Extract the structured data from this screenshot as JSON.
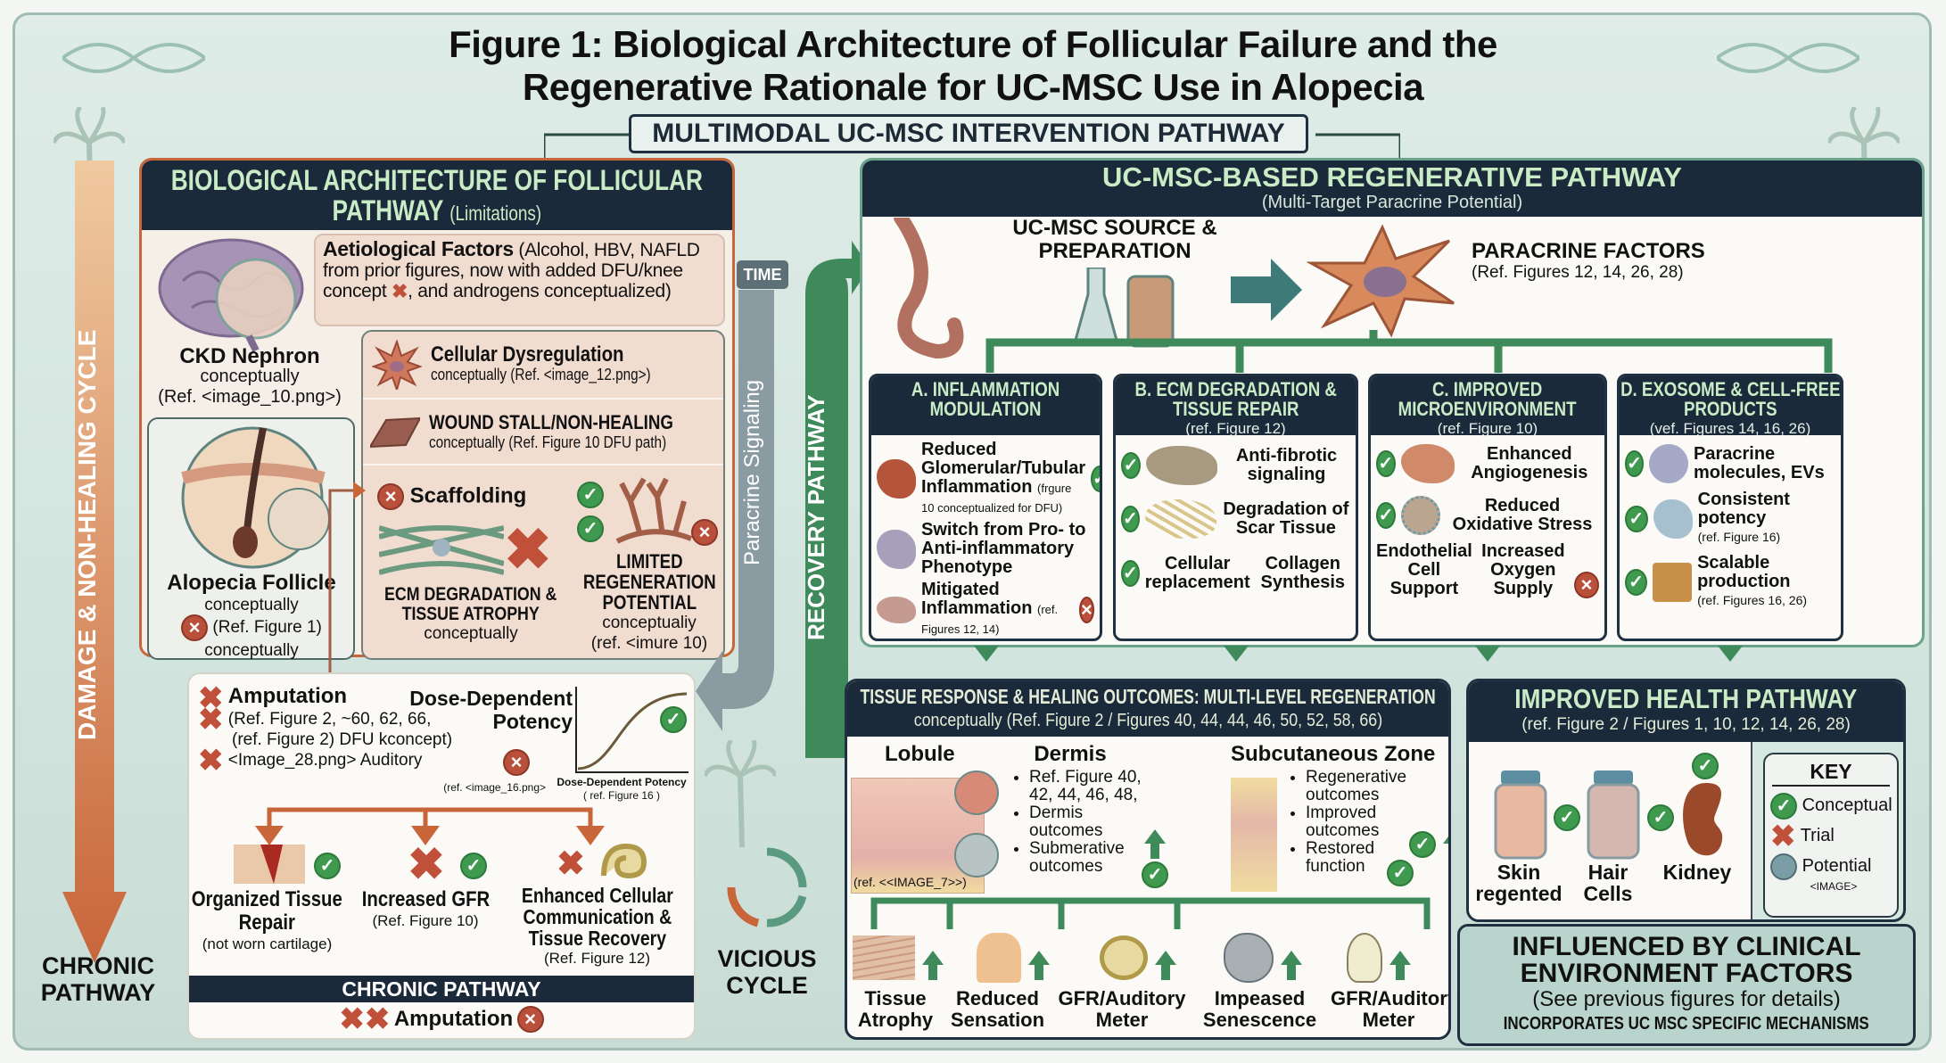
{
  "title": {
    "line1": "Figure 1: Biological Architecture of Follicular Failure and the",
    "line2": "Regenerative Rationale for UC-MSC Use in Alopecia"
  },
  "multimodal_label": "MULTIMODAL UC-MSC INTERVENTION PATHWAY",
  "left_axis": {
    "cycle_label": "DAMAGE & NON-HEALING CYCLE",
    "chronic_label_1": "CHRONIC",
    "chronic_label_2": "PATHWAY"
  },
  "left_panel": {
    "title": "BIOLOGICAL ARCHITECTURE OF FOLLICULAR PATHWAY",
    "title_suffix": "(Limitations)",
    "aetiological": {
      "title": "Aetiological Factors",
      "text_1": "(Alcohol, HBV, NAFLD from prior figures, now with added DFU/knee concept",
      "text_2": ", and androgens conceptualized)"
    },
    "ckd": {
      "title": "CKD Nephron",
      "sub": "conceptually",
      "ref": "(Ref. <image_10.png>)"
    },
    "alopecia": {
      "title": "Alopecia Follicle",
      "sub": "conceptually",
      "ref": "(Ref. Figure 1)",
      "sub2": "conceptually"
    },
    "cellular": {
      "title": "Cellular Dysregulation",
      "sub": "conceptually (Ref. <image_12.png>)"
    },
    "wound": {
      "title": "WOUND STALL/NON-HEALING",
      "sub": "conceptually (Ref. Figure 10 DFU path)"
    },
    "scaffolding": "Scaffolding",
    "ecm": {
      "title": "ECM DEGRADATION & TISSUE ATROPHY",
      "sub": "conceptually"
    },
    "limited": {
      "title": "LIMITED REGENERATION POTENTIAL",
      "sub": "conceptualiy",
      "ref": "(ref. <imure 10)"
    }
  },
  "bottom_left": {
    "amputation_list": [
      "Amputation",
      "(Ref. Figure 2, ~60, 62, 66,",
      "(ref. Figure 2) DFU kconcept)",
      "<Image_28.png> Auditory"
    ],
    "dose": {
      "title": "Dose-Dependent Potency",
      "ref": "(ref. <image_16.png>",
      "chart_label": "Dose-Dependent Potency",
      "chart_ref": "( ref. Figure 16 )"
    },
    "outcomes": [
      {
        "title": "Organized Tissue Repair",
        "ref": "(not worn cartilage)"
      },
      {
        "title": "Increased GFR",
        "ref": "(Ref. Figure 10)"
      },
      {
        "title": "Enhanced Cellular Communication & Tissue Recovery",
        "ref": "(Ref. Figure 12)"
      }
    ],
    "chronic_bar": "CHRONIC PATHWAY",
    "chronic_amputation": "Amputation"
  },
  "middle": {
    "time": "TIME",
    "paracrine_signaling": "Paracrine Signaling",
    "recovery": "RECOVERY PATHWAY",
    "vicious_1": "VICIOUS",
    "vicious_2": "CYCLE"
  },
  "right_panel": {
    "title": "UC-MSC-BASED REGENERATIVE PATHWAY",
    "subtitle": "(Multi-Target Paracrine Potential)",
    "source": "UC-MSC SOURCE & PREPARATION",
    "paracrine": {
      "title": "PARACRINE FACTORS",
      "ref": "(Ref. Figures 12, 14, 26, 28)"
    },
    "cards": [
      {
        "title": "A. INFLAMMATION MODULATION",
        "ref": "",
        "items": [
          {
            "text": "Reduced Glomerular/Tubular Inflammation",
            "note": "(frgure 10 conceptualized for DFU)",
            "mark": "check"
          },
          {
            "text": "Switch from Pro- to Anti-inflammatory Phenotype",
            "note": "",
            "mark": ""
          },
          {
            "text": "Mitigated Inflammation",
            "note": "(ref. Figures 12, 14)",
            "mark": "x"
          }
        ]
      },
      {
        "title": "B. ECM DEGRADATION & TISSUE REPAIR",
        "ref": "(ref. Figure 12)",
        "items": [
          {
            "text": "Anti-fibrotic signaling",
            "mark": "check"
          },
          {
            "text": "Degradation of Scar Tissue",
            "mark": "check"
          },
          {
            "text": "Cellular replacement",
            "mark": "check"
          },
          {
            "text": "Collagen Synthesis",
            "mark": ""
          }
        ]
      },
      {
        "title": "C. IMPROVED MICROENVIRONMENT",
        "ref": "(ref. Figure 10)",
        "items": [
          {
            "text": "Enhanced Angiogenesis",
            "mark": "check"
          },
          {
            "text": "Reduced Oxidative Stress",
            "mark": "check"
          },
          {
            "text": "Endothelial Cell Support",
            "mark": ""
          },
          {
            "text": "Increased Oxygen Supply",
            "mark": "x"
          }
        ]
      },
      {
        "title": "D. EXOSOME & CELL-FREE PRODUCTS",
        "ref": "(vef. Figures 14, 16, 26)",
        "items": [
          {
            "text": "Paracrine molecules, EVs",
            "note": "",
            "mark": "check"
          },
          {
            "text": "Consistent potency",
            "note": "(ref. Figure 16)",
            "mark": "check"
          },
          {
            "text": "Scalable production",
            "note": "(ref. Figures 16, 26)",
            "mark": "check"
          }
        ]
      }
    ]
  },
  "tissue": {
    "title": "TISSUE RESPONSE & HEALING OUTCOMES: MULTI-LEVEL REGENERATION",
    "subtitle": "conceptually (Ref. Figure 2 / Figures 40, 44, 44, 46, 50, 52, 58, 66)",
    "lobule": {
      "title": "Lobule",
      "ref": "(ref. <<IMAGE_7>>)"
    },
    "dermis": {
      "title": "Dermis",
      "bullets": [
        "Ref. Figure 40, 42, 44, 46, 48,",
        "Dermis outcomes",
        "Submerative outcomes"
      ]
    },
    "subcut": {
      "title": "Subcutaneous Zone",
      "bullets": [
        "Regenerative outcomes",
        "Improved outcomes",
        "Restored function"
      ]
    },
    "outcomes": [
      "Tissue Atrophy",
      "Reduced Sensation",
      "GFR/Auditory Meter",
      "Impeased Senescence",
      "GFR/Auditory Meter"
    ]
  },
  "health": {
    "title": "IMPROVED HEALTH PATHWAY",
    "subtitle": "(ref. Figure 2 / Figures 1, 10, 12, 14, 26, 28)",
    "items": [
      "Skin regented",
      "Hair Cells",
      "Kidney"
    ],
    "key": {
      "title": "KEY",
      "conceptual": "Conceptual",
      "trial": "Trial",
      "potential": "Potential",
      "potential_sub": "<IMAGE>"
    }
  },
  "influenced": {
    "line1": "INFLUENCED BY CLINICAL",
    "line2": "ENVIRONMENT FACTORS",
    "line3": "(See previous figures for details)",
    "line4": "INCORPORATES UC MSC SPECIFIC MECHANISMS"
  },
  "colors": {
    "navy": "#1b2a3a",
    "header_text": "#c9ecc6",
    "check": "#3f9a4f",
    "cross": "#c0503a",
    "arrow_orange": "#c8663a",
    "arrow_green": "#3e8a5a",
    "peach": "#f1dcd0",
    "background": "#d6e6e0"
  },
  "icons": [
    "dna-icon",
    "palm-tree-icon",
    "brain-icon",
    "hair-follicle-icon",
    "cell-icon",
    "umbilical-cord-icon",
    "flask-icon",
    "bioreactor-icon",
    "kidney-icon",
    "vial-icon",
    "cochlea-icon",
    "hand-icon",
    "lightbulb-icon",
    "cycle-arrows-icon"
  ]
}
